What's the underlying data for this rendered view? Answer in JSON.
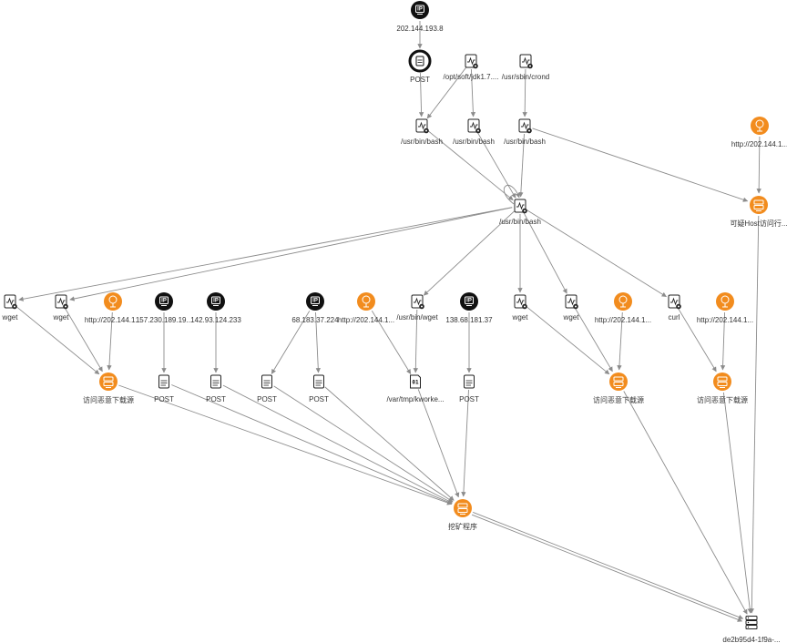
{
  "colors": {
    "edge": "#8c8c8c",
    "ip_node": "#111111",
    "alert_node": "#f28c1e",
    "process_node": "#ffffff",
    "label": "#333333"
  },
  "icons": {
    "ip": "ip-icon",
    "process": "process-icon",
    "http_post": "http-post-icon",
    "url": "url-icon",
    "alert": "alert-server-icon",
    "file": "binary-file-icon",
    "host": "host-server-icon"
  },
  "graph": {
    "nodes": [
      {
        "id": "ip_top",
        "kind": "ip",
        "label": "202.144.193.8"
      },
      {
        "id": "post_top",
        "kind": "post_big",
        "label": "POST"
      },
      {
        "id": "jdk",
        "kind": "process",
        "label": "/opt/soft/jdk1.7...."
      },
      {
        "id": "crond",
        "kind": "process",
        "label": "/usr/sbin/crond"
      },
      {
        "id": "bash1",
        "kind": "process",
        "label": "/usr/bin/bash"
      },
      {
        "id": "bash2",
        "kind": "process",
        "label": "/usr/bin/bash"
      },
      {
        "id": "bash3",
        "kind": "process",
        "label": "/usr/bin/bash"
      },
      {
        "id": "url_tr",
        "kind": "url",
        "label": "http://202.144.1..."
      },
      {
        "id": "alert_host",
        "kind": "alert",
        "label": "可疑Host访问行..."
      },
      {
        "id": "bash_c",
        "kind": "process",
        "label": "/usr/bin/bash"
      },
      {
        "id": "wget_a",
        "kind": "process",
        "label": "wget"
      },
      {
        "id": "wget_b",
        "kind": "process",
        "label": "wget"
      },
      {
        "id": "url_a",
        "kind": "url",
        "label": "http://202.144.1..."
      },
      {
        "id": "ip_157",
        "kind": "ip",
        "label": "157.230.189.19..."
      },
      {
        "id": "ip_142",
        "kind": "ip",
        "label": "142.93.124.233"
      },
      {
        "id": "ip_68",
        "kind": "ip",
        "label": "68.183.37.224"
      },
      {
        "id": "url_b",
        "kind": "url",
        "label": "http://202.144.1..."
      },
      {
        "id": "wget_path",
        "kind": "process",
        "label": "/usr/bin/wget"
      },
      {
        "id": "ip_138",
        "kind": "ip",
        "label": "138.68.181.37"
      },
      {
        "id": "wget_c",
        "kind": "process",
        "label": "wget"
      },
      {
        "id": "wget_d",
        "kind": "process",
        "label": "wget"
      },
      {
        "id": "url_c",
        "kind": "url",
        "label": "http://202.144.1..."
      },
      {
        "id": "curl",
        "kind": "process",
        "label": "curl"
      },
      {
        "id": "url_d",
        "kind": "url",
        "label": "http://202.144.1..."
      },
      {
        "id": "alert_dl1",
        "kind": "alert",
        "label": "访问恶意下载源"
      },
      {
        "id": "post_1",
        "kind": "post",
        "label": "POST"
      },
      {
        "id": "post_2",
        "kind": "post",
        "label": "POST"
      },
      {
        "id": "post_3",
        "kind": "post",
        "label": "POST"
      },
      {
        "id": "post_4",
        "kind": "post",
        "label": "POST"
      },
      {
        "id": "kworker",
        "kind": "file",
        "label": "/var/tmp/kworke..."
      },
      {
        "id": "post_5",
        "kind": "post",
        "label": "POST"
      },
      {
        "id": "alert_dl2",
        "kind": "alert",
        "label": "访问恶意下载源"
      },
      {
        "id": "alert_dl3",
        "kind": "alert",
        "label": "访问恶意下载源"
      },
      {
        "id": "mining",
        "kind": "alert",
        "label": "挖矿程序"
      },
      {
        "id": "host",
        "kind": "host",
        "label": "de2b95d4-1f9a-..."
      }
    ],
    "edges": [
      {
        "from": "ip_top",
        "to": "post_top"
      },
      {
        "from": "post_top",
        "to": "bash1"
      },
      {
        "from": "jdk",
        "to": "bash1"
      },
      {
        "from": "jdk",
        "to": "bash2"
      },
      {
        "from": "crond",
        "to": "bash3"
      },
      {
        "from": "bash1",
        "to": "bash_c"
      },
      {
        "from": "bash2",
        "to": "bash_c"
      },
      {
        "from": "bash3",
        "to": "bash_c"
      },
      {
        "from": "bash3",
        "to": "alert_host"
      },
      {
        "from": "url_tr",
        "to": "alert_host"
      },
      {
        "from": "bash_c",
        "to": "bash_c"
      },
      {
        "from": "bash_c",
        "to": "wget_a"
      },
      {
        "from": "bash_c",
        "to": "wget_b"
      },
      {
        "from": "bash_c",
        "to": "wget_path"
      },
      {
        "from": "bash_c",
        "to": "wget_c"
      },
      {
        "from": "bash_c",
        "to": "wget_d"
      },
      {
        "from": "bash_c",
        "to": "curl"
      },
      {
        "from": "wget_a",
        "to": "alert_dl1"
      },
      {
        "from": "wget_b",
        "to": "alert_dl1"
      },
      {
        "from": "url_a",
        "to": "alert_dl1"
      },
      {
        "from": "ip_157",
        "to": "post_1"
      },
      {
        "from": "ip_142",
        "to": "post_2"
      },
      {
        "from": "ip_68",
        "to": "post_3"
      },
      {
        "from": "ip_68",
        "to": "post_4"
      },
      {
        "from": "url_b",
        "to": "kworker"
      },
      {
        "from": "wget_path",
        "to": "kworker"
      },
      {
        "from": "ip_138",
        "to": "post_5"
      },
      {
        "from": "wget_c",
        "to": "alert_dl2"
      },
      {
        "from": "wget_d",
        "to": "alert_dl2"
      },
      {
        "from": "url_c",
        "to": "alert_dl2"
      },
      {
        "from": "curl",
        "to": "alert_dl3"
      },
      {
        "from": "url_d",
        "to": "alert_dl3"
      },
      {
        "from": "alert_dl1",
        "to": "mining"
      },
      {
        "from": "post_1",
        "to": "mining"
      },
      {
        "from": "post_2",
        "to": "mining"
      },
      {
        "from": "post_3",
        "to": "mining"
      },
      {
        "from": "post_4",
        "to": "mining"
      },
      {
        "from": "kworker",
        "to": "mining"
      },
      {
        "from": "post_5",
        "to": "mining"
      },
      {
        "from": "mining",
        "to": "host"
      },
      {
        "from": "mining",
        "to": "host"
      },
      {
        "from": "alert_dl2",
        "to": "host"
      },
      {
        "from": "alert_dl3",
        "to": "host"
      },
      {
        "from": "alert_host",
        "to": "host"
      }
    ]
  }
}
